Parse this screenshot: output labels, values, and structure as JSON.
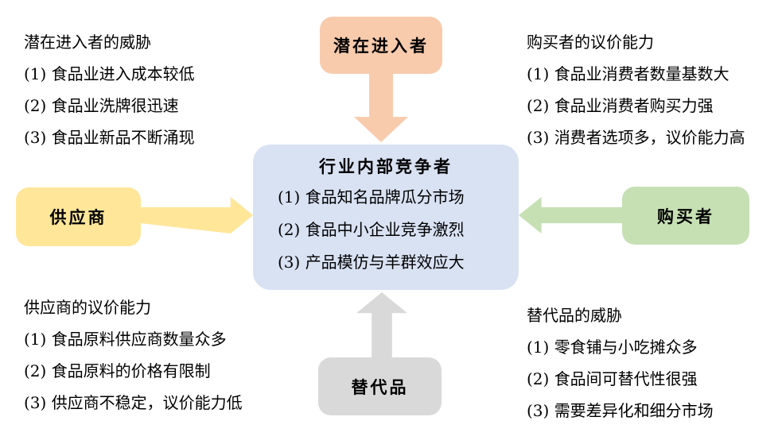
{
  "diagram": {
    "type": "five-forces",
    "language": "zh-CN"
  },
  "colors": {
    "entrants": "#F8CBAD",
    "suppliers": "#FFE699",
    "buyers": "#C6E0B4",
    "substitutes": "#D9D9D9",
    "competitors": "#D9E2F3"
  },
  "forces": {
    "potential_entrants": "潜在进入者",
    "suppliers": "供应商",
    "buyers": "购买者",
    "substitutes": "替代品"
  },
  "center": {
    "title": "行业内部竞争者",
    "items": [
      "(1) 食品知名品牌瓜分市场",
      "(2) 食品中小企业竞争激烈",
      "(3) 产品模仿与羊群效应大"
    ]
  },
  "notes": {
    "top_left": {
      "title": "潜在进入者的威胁",
      "items": [
        "(1) 食品业进入成本较低",
        "(2) 食品业洗牌很迅速",
        "(3) 食品业新品不断涌现"
      ]
    },
    "top_right": {
      "title": "购买者的议价能力",
      "items": [
        "(1) 食品业消费者数量基数大",
        "(2) 食品业消费者购买力强",
        "(3) 消费者选项多，议价能力高"
      ]
    },
    "bottom_left": {
      "title": "供应商的议价能力",
      "items": [
        "(1) 食品原料供应商数量众多",
        "(2) 食品原料的价格有限制",
        "(3) 供应商不稳定，议价能力低"
      ]
    },
    "bottom_right": {
      "title": "替代品的威胁",
      "items": [
        "(1) 零食铺与小吃摊众多",
        "(2) 食品间可替代性很强",
        "(3) 需要差异化和细分市场"
      ]
    }
  }
}
